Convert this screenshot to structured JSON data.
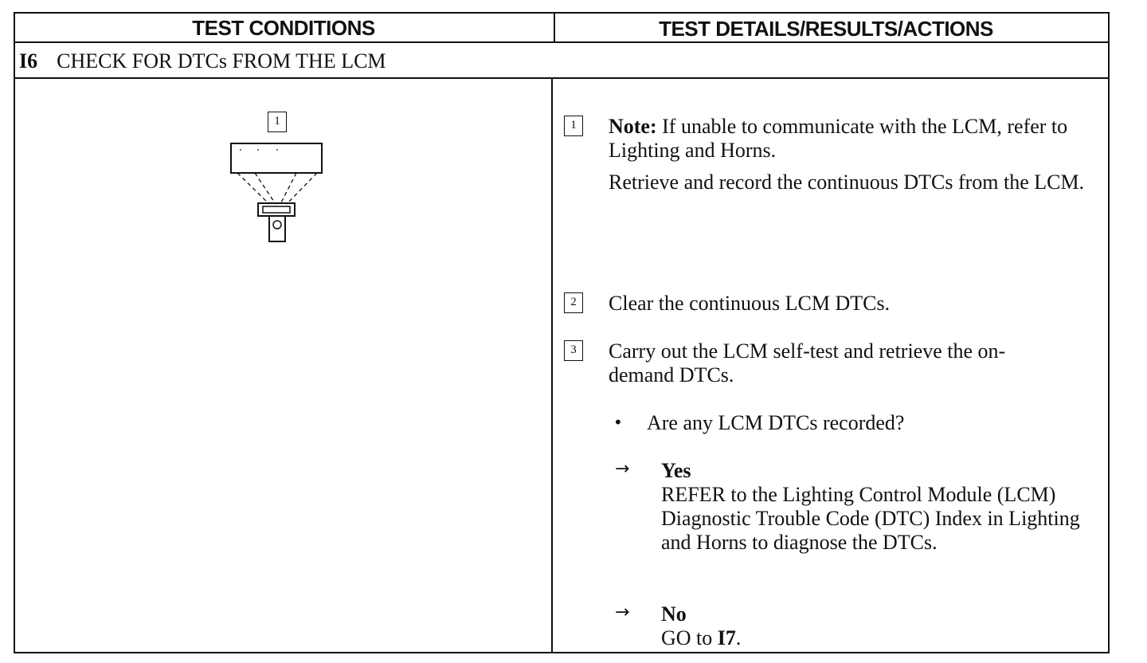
{
  "table": {
    "left_header": "TEST CONDITIONS",
    "right_header": "TEST DETAILS/RESULTS/ACTIONS",
    "section_number": "I6",
    "section_title": "CHECK FOR DTCs FROM THE LCM"
  },
  "diagram": {
    "step_label": "1",
    "icon": "scan-tool-connected-to-module-icon"
  },
  "steps": [
    {
      "number": "1",
      "note_label": "Note:",
      "note_text": "If unable to communicate with the LCM, refer to Lighting and Horns.",
      "text": "Retrieve and record the continuous DTCs from the LCM."
    },
    {
      "number": "2",
      "text": "Clear the continuous LCM DTCs."
    },
    {
      "number": "3",
      "text": "Carry out the LCM self-test and retrieve the on-demand DTCs."
    }
  ],
  "question": "Are any LCM DTCs recorded?",
  "answers": [
    {
      "label": "Yes",
      "text": "REFER to the Lighting Control Module (LCM) Diagnostic Trouble Code (DTC) Index in Lighting and Horns to diagnose the DTCs."
    },
    {
      "label": "No",
      "text_prefix": "GO to ",
      "target": "I7",
      "text_suffix": "."
    }
  ],
  "symbols": {
    "bullet": "•",
    "arrow": "→"
  }
}
